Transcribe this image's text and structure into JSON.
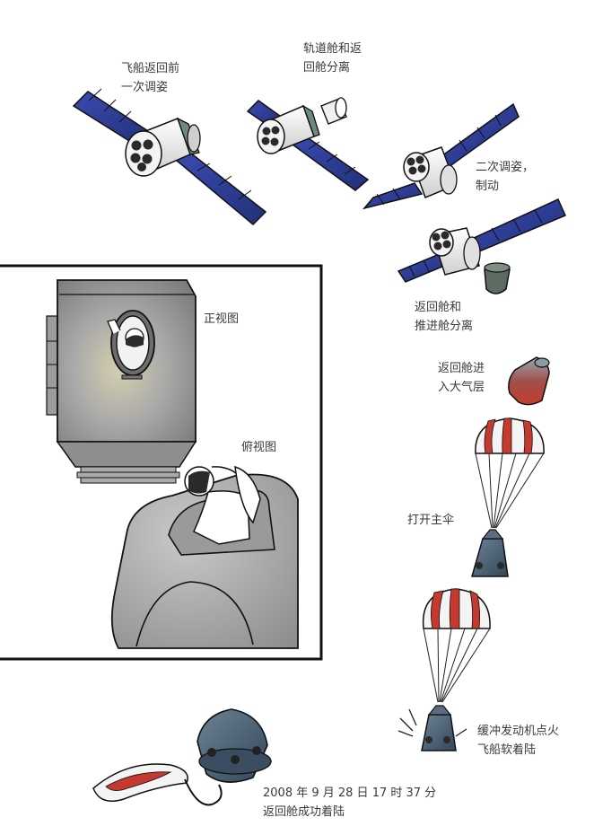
{
  "steps": [
    {
      "id": "adjust1",
      "label": "飞船返回前\n一次调姿"
    },
    {
      "id": "separate-orbital",
      "label": "轨道舱和返\n回舱分离"
    },
    {
      "id": "adjust2",
      "label": "二次调姿，\n制动"
    },
    {
      "id": "separate-propulsion",
      "label": "返回舱和\n推进舱分离"
    },
    {
      "id": "reentry",
      "label": "返回舱进\n入大气层"
    },
    {
      "id": "main-chute",
      "label": "打开主伞"
    },
    {
      "id": "soft-landing",
      "label": "缓冲发动机点火\n飞船软着陆"
    },
    {
      "id": "landed",
      "label": "2008 年 9 月 28 日 17 时 37 分\n返回舱成功着陆"
    }
  ],
  "inset": {
    "front_view_label": "正视图",
    "top_view_label": "俯视图"
  },
  "colors": {
    "solar_panel": "#2e3f95",
    "capsule_white": "#eeeeee",
    "capsule_dark": "#4d6070",
    "chute_red": "#c43a2e",
    "heat_red": "#b8443a",
    "module_gray": "#9a9a9a"
  }
}
